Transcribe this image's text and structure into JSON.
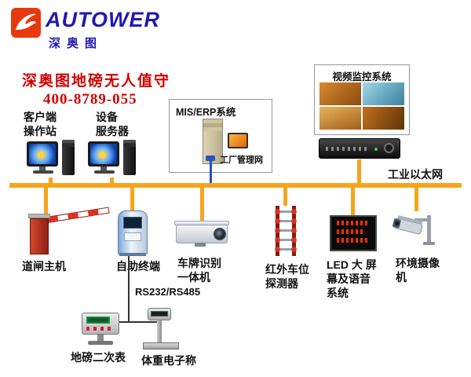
{
  "logo": {
    "brand": "AUTOWER",
    "brand_cn": "深奥图"
  },
  "header": {
    "title": "深奥图地磅无人值守",
    "phone": "400-8789-055"
  },
  "top": {
    "client_label": "客户端\n操作站",
    "server_label": "设备\n服务器",
    "mis_title": "MIS/ERP系统",
    "mis_net": "工厂管理网",
    "video_title": "视频监控系统"
  },
  "bus": {
    "label": "工业以太网"
  },
  "bottom": [
    {
      "label": "道闸主机"
    },
    {
      "label": "自助终端"
    },
    {
      "label": "车牌识别\n一体机"
    },
    {
      "label": "红外车位\n探测器"
    },
    {
      "label": "LED 大 屏\n幕及语音\n系统"
    },
    {
      "label": "环境摄像\n机"
    }
  ],
  "sub": {
    "bus_label": "RS232/RS485",
    "indicator_label": "地磅二次表",
    "scale_label": "体重电子称"
  },
  "colors": {
    "accent_red": "#d40000",
    "brand_blue": "#2318b1",
    "logo_red": "#e8380d",
    "bus_orange": "#f6a41c"
  },
  "icons": {
    "logo_mark": "autower-bird-icon",
    "client": "desktop-computer-icon",
    "server": "desktop-computer-icon",
    "mis_host": "server-tower-icon",
    "video_wall": "surveillance-quad-view-icon",
    "dvr": "dvr-recorder-icon",
    "barrier": "barrier-gate-icon",
    "kiosk": "self-service-kiosk-icon",
    "lpr": "lpr-camera-icon",
    "infrared": "infrared-detector-icon",
    "led": "led-matrix-screen-icon",
    "cctv": "cctv-camera-icon",
    "indicator": "weighing-indicator-icon",
    "scale": "platform-scale-icon"
  }
}
